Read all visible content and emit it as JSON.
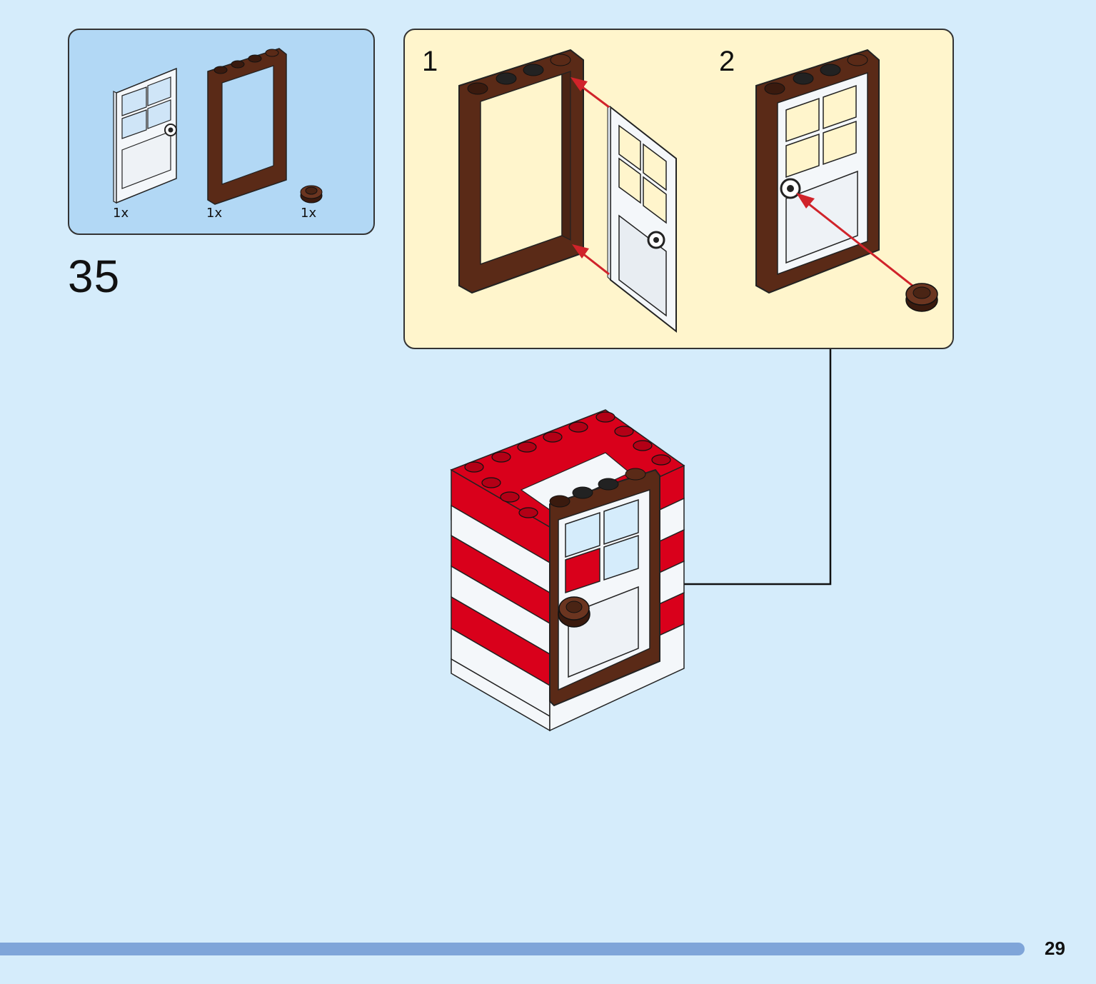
{
  "step": {
    "number": "35"
  },
  "parts": [
    {
      "icon": "white-door-icon",
      "qty": "1x"
    },
    {
      "icon": "brown-door-frame-icon",
      "qty": "1x"
    },
    {
      "icon": "brown-round-plate-icon",
      "qty": "1x"
    }
  ],
  "substeps": [
    {
      "number": "1"
    },
    {
      "number": "2"
    }
  ],
  "page": {
    "number": "29"
  },
  "colors": {
    "background": "#d5ecfb",
    "parts_box": "#b2d8f5",
    "substep_box": "#fff5cc",
    "brick_red": "#d9001b",
    "frame_brown": "#5a2a17",
    "door_white": "#f4f7fa",
    "arrow_red": "#d0232a",
    "progress_bar": "#7fa5d9"
  }
}
